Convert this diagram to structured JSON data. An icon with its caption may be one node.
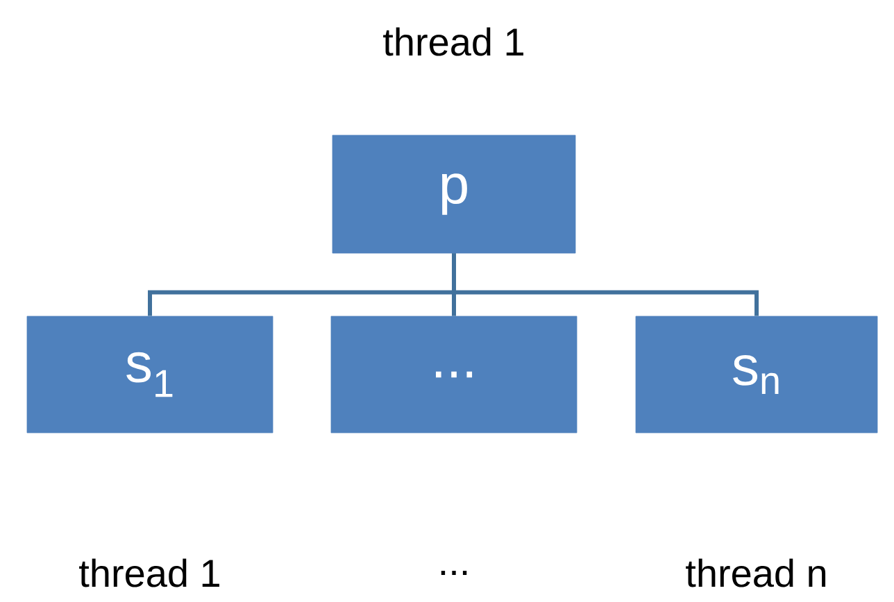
{
  "diagram": {
    "nodes": [
      {
        "text": [
          "p"
        ],
        "beside": [
          "thread 1"
        ]
      },
      {
        "text": [
          "s$_{1}$"
        ],
        "beside": [
          "thread 1"
        ]
      },
      {
        "text": [
          "..."
        ],
        "beside": [
          "..."
        ]
      },
      {
        "text": [
          "s$_{n}$"
        ],
        "beside": [
          "thread n"
        ]
      }
    ],
    "edges": [
      {
        "from": 0,
        "to": 1,
        "arrow": "none"
      },
      {
        "from": 0,
        "to": 2,
        "arrow": "none"
      },
      {
        "from": 0,
        "to": 3,
        "arrow": "none"
      }
    ]
  }
}
